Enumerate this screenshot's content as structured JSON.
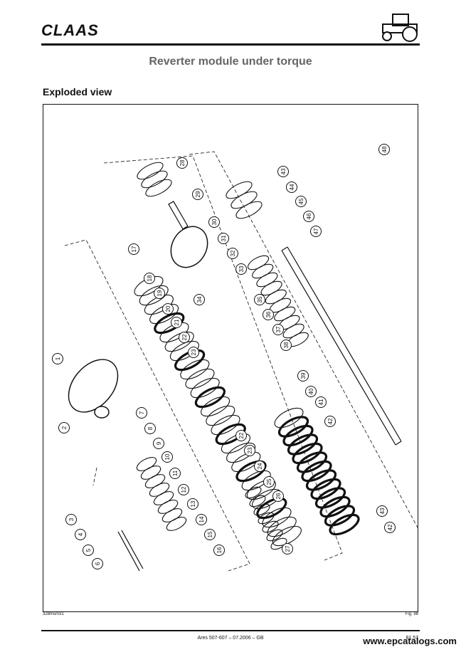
{
  "header": {
    "brand": "CLAAS",
    "tractor_icon": "tractor-icon"
  },
  "page": {
    "title": "Reverter module under torque",
    "section_title": "Exploded view"
  },
  "figure": {
    "code": "328msm31",
    "number": "Fig. 98",
    "callouts": [
      "1",
      "2",
      "3",
      "4",
      "5",
      "6",
      "7",
      "8",
      "9",
      "10",
      "11",
      "12",
      "13",
      "14",
      "15",
      "16",
      "17",
      "18",
      "19",
      "20",
      "21",
      "22",
      "23",
      "22",
      "23",
      "24",
      "25",
      "26",
      "27",
      "28",
      "29",
      "30",
      "31",
      "32",
      "33",
      "34",
      "35",
      "36",
      "37",
      "38",
      "39",
      "40",
      "41",
      "42",
      "43",
      "42",
      "43",
      "44",
      "45",
      "46",
      "47",
      "48"
    ]
  },
  "footer": {
    "document": "Ares 507-607 – 07.2006 – GB",
    "page": "81.57",
    "watermark": "www.epcatalogs.com"
  },
  "colors": {
    "ink": "#111111",
    "title_gray": "#666666"
  }
}
